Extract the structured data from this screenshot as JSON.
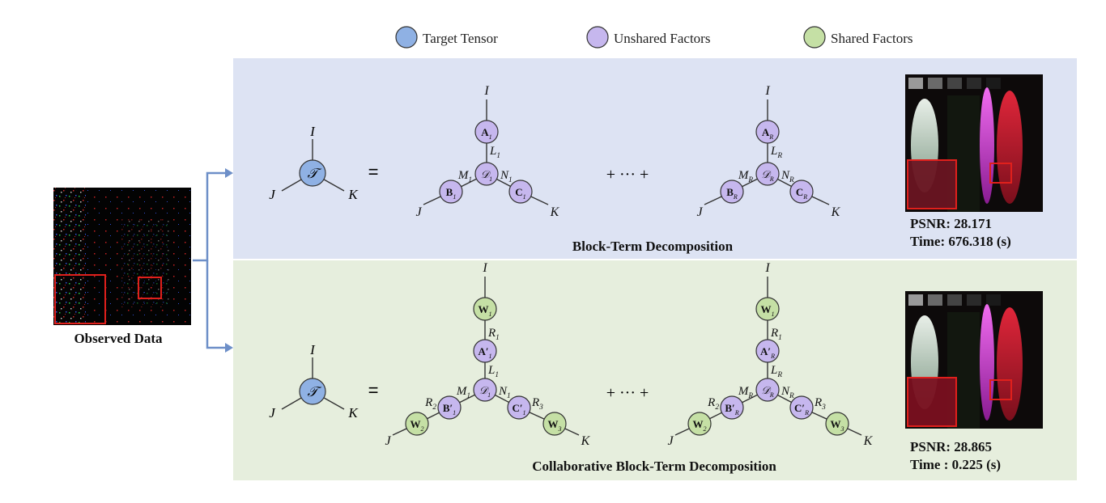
{
  "legend": {
    "target": "Target Tensor",
    "unshared": "Unshared Factors",
    "shared": "Shared Factors"
  },
  "colors": {
    "target_fill": "#8fb1e4",
    "unshared_fill": "#c6b7ee",
    "shared_fill": "#c5e0a5",
    "panel_top": "#dde3f3",
    "panel_bottom": "#e6eedd",
    "arrow": "#6d8fc8",
    "highlight": "#e0201c",
    "node_stroke": "#333333"
  },
  "observed": {
    "caption": "Observed Data"
  },
  "btd": {
    "title": "Block-Term Decomposition",
    "psnr": "PSNR: 28.171",
    "time": "Time: 676.318 (s)"
  },
  "cbtd": {
    "title": "Collaborative Block-Term Decomposition",
    "psnr": "PSNR: 28.865",
    "time": "Time : 0.225 (s)"
  },
  "symbols": {
    "equals": "=",
    "plus_dots": "+ ··· +",
    "tensor": "𝒯",
    "I": "I",
    "J": "J",
    "K": "K"
  },
  "btd_terms": [
    {
      "A": "A",
      "A_sub": "1",
      "B": "B",
      "B_sub": "1",
      "C": "C",
      "C_sub": "1",
      "D": "𝒟",
      "D_sub": "1",
      "L": "L",
      "L_sub": "1",
      "M": "M",
      "M_sub": "1",
      "N": "N",
      "N_sub": "1"
    },
    {
      "A": "A",
      "A_sub": "R",
      "B": "B",
      "B_sub": "R",
      "C": "C",
      "C_sub": "R",
      "D": "𝒟",
      "D_sub": "R",
      "L": "L",
      "L_sub": "R",
      "M": "M",
      "M_sub": "R",
      "N": "N",
      "N_sub": "R"
    }
  ],
  "cbtd_terms": [
    {
      "W1": "W",
      "W1_sub": "1",
      "W2": "W",
      "W2_sub": "2",
      "W3": "W",
      "W3_sub": "3",
      "A": "A′",
      "A_sub": "1",
      "B": "B′",
      "B_sub": "1",
      "C": "C′",
      "C_sub": "1",
      "D": "𝒟",
      "D_sub": "1",
      "R1": "R",
      "R1_sub": "1",
      "R2": "R",
      "R2_sub": "2",
      "R3": "R",
      "R3_sub": "3",
      "L": "L",
      "L_sub": "1",
      "M": "M",
      "M_sub": "1",
      "N": "N",
      "N_sub": "1"
    },
    {
      "W1": "W",
      "W1_sub": "1",
      "W2": "W",
      "W2_sub": "2",
      "W3": "W",
      "W3_sub": "3",
      "A": "A′",
      "A_sub": "R",
      "B": "B′",
      "B_sub": "R",
      "C": "C′",
      "C_sub": "R",
      "D": "𝒟",
      "D_sub": "R",
      "R1": "R",
      "R1_sub": "1",
      "R2": "R",
      "R2_sub": "2",
      "R3": "R",
      "R3_sub": "3",
      "L": "L",
      "L_sub": "R",
      "M": "M",
      "M_sub": "R",
      "N": "N",
      "N_sub": "R"
    }
  ]
}
